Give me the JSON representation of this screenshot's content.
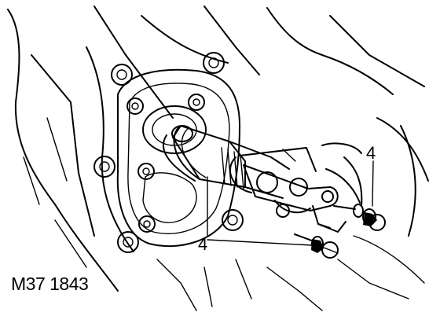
{
  "figure": {
    "reference": "M37 1843",
    "callouts": [
      {
        "label": "4",
        "target": "bolt-right"
      },
      {
        "label": "4",
        "target": "shaft-screws"
      }
    ]
  }
}
